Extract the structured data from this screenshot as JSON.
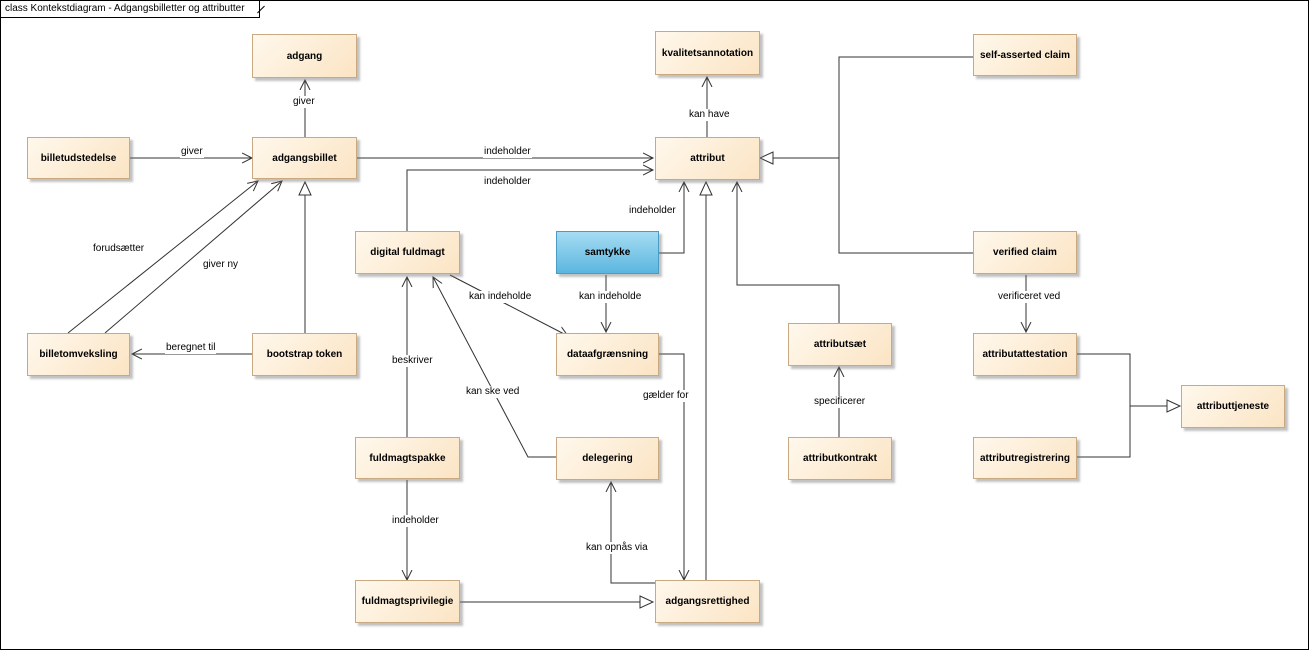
{
  "diagram": {
    "title": "class Kontekstdiagram - Adgangsbilletter og attributter",
    "classes": {
      "adgang": "adgang",
      "kvalitetsannotation": "kvalitetsannotation",
      "self_asserted_claim": "self-asserted claim",
      "billetudstedelse": "billetudstedelse",
      "adgangsbillet": "adgangsbillet",
      "attribut": "attribut",
      "digital_fuldmagt": "digital fuldmagt",
      "samtykke": "samtykke",
      "verified_claim": "verified claim",
      "billetomveksling": "billetomveksling",
      "bootstrap_token": "bootstrap token",
      "dataafgraensning": "dataafgrænsning",
      "attributsaet": "attributsæt",
      "attributattestation": "attributattestation",
      "attributtjeneste": "attributtjeneste",
      "fuldmagtspakke": "fuldmagtspakke",
      "delegering": "delegering",
      "attributkontrakt": "attributkontrakt",
      "attributregistrering": "attributregistrering",
      "fuldmagtsprivilegie": "fuldmagtsprivilegie",
      "adgangsrettighed": "adgangsrettighed"
    },
    "labels": {
      "giver_adgang": "giver",
      "kan_have": "kan have",
      "giver_billet": "giver",
      "indeholder_billet": "indeholder",
      "indeholder_fuldmagt": "indeholder",
      "indeholder_samtykke": "indeholder",
      "forudsaetter": "forudsætter",
      "giver_ny": "giver ny",
      "kan_indeholde_fuldmagt": "kan indeholde",
      "kan_indeholde_samtykke": "kan indeholde",
      "verificeret_ved": "verificeret ved",
      "beregnet_til": "beregnet til",
      "beskriver": "beskriver",
      "kan_ske_ved": "kan ske ved",
      "gaelder_for": "gælder for",
      "specificerer": "specificerer",
      "indeholder_pakke": "indeholder",
      "kan_opnaas_via": "kan opnås via"
    }
  }
}
